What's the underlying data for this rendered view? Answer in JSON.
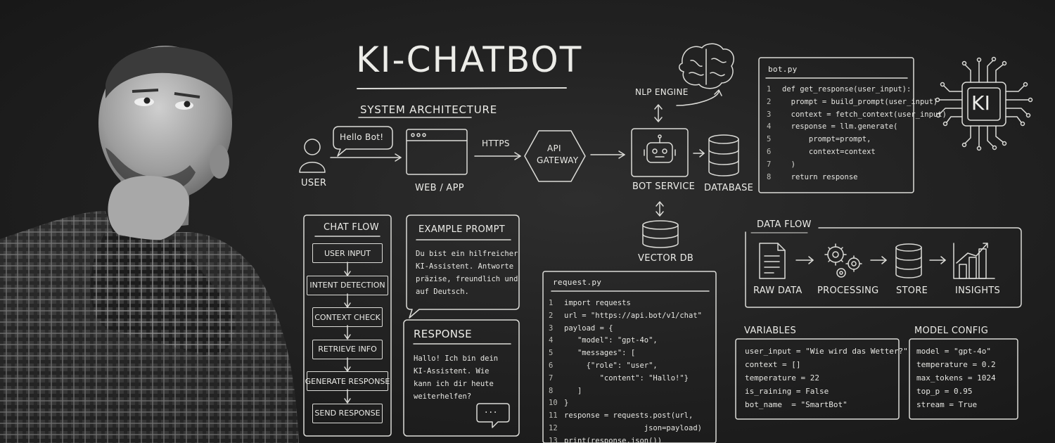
{
  "title": "KI-CHATBOT",
  "subtitle": "SYSTEM ARCHITECTURE",
  "architecture": {
    "user": "USER",
    "speech": "Hello Bot!",
    "web_app": "WEB / APP",
    "https": "HTTPS",
    "api_gateway_l1": "API",
    "api_gateway_l2": "GATEWAY",
    "nlp_engine": "NLP ENGINE",
    "bot_service": "BOT SERVICE",
    "database": "DATABASE",
    "vector_db": "VECTOR DB"
  },
  "bot_py": {
    "filename": "bot.py",
    "lines": [
      {
        "n": "1",
        "code": "def get_response(user_input):"
      },
      {
        "n": "2",
        "code": "  prompt = build_prompt(user_input)"
      },
      {
        "n": "3",
        "code": "  context = fetch_context(user_input)"
      },
      {
        "n": "4",
        "code": "  response = llm.generate("
      },
      {
        "n": "5",
        "code": "      prompt=prompt,"
      },
      {
        "n": "6",
        "code": "      context=context"
      },
      {
        "n": "7",
        "code": "  )"
      },
      {
        "n": "8",
        "code": "  return response"
      }
    ]
  },
  "ki_chip": "KI",
  "chat_flow": {
    "title": "CHAT FLOW",
    "steps": [
      "USER INPUT",
      "INTENT DETECTION",
      "CONTEXT CHECK",
      "RETRIEVE INFO",
      "GENERATE RESPONSE",
      "SEND RESPONSE"
    ]
  },
  "example_prompt": {
    "title": "EXAMPLE PROMPT",
    "lines": [
      "Du bist ein hilfreicher",
      "KI-Assistent. Antworte",
      "präzise, freundlich und",
      "auf Deutsch."
    ]
  },
  "response": {
    "title": "RESPONSE",
    "lines": [
      "Hallo! Ich bin dein",
      "KI-Assistent. Wie",
      "kann ich dir heute",
      "weiterhelfen?"
    ],
    "bubble": "..."
  },
  "request_py": {
    "filename": "request.py",
    "lines": [
      {
        "n": "1",
        "code": "import requests"
      },
      {
        "n": "2",
        "code": "url = \"https://api.bot/v1/chat\""
      },
      {
        "n": "3",
        "code": "payload = {"
      },
      {
        "n": "4",
        "code": "   \"model\": \"gpt-4o\","
      },
      {
        "n": "5",
        "code": "   \"messages\": ["
      },
      {
        "n": "6",
        "code": "     {\"role\": \"user\","
      },
      {
        "n": "7",
        "code": "        \"content\": \"Hallo!\"}"
      },
      {
        "n": "8",
        "code": "   ]"
      },
      {
        "n": "10",
        "code": "}"
      },
      {
        "n": "11",
        "code": "response = requests.post(url,"
      },
      {
        "n": "12",
        "code": "                  json=payload)"
      },
      {
        "n": "13",
        "code": "print(response.json())"
      }
    ]
  },
  "data_flow": {
    "title": "DATA FLOW",
    "stages": [
      "RAW DATA",
      "PROCESSING",
      "STORE",
      "INSIGHTS"
    ]
  },
  "variables": {
    "title": "VARIABLES",
    "lines": [
      "user_input = \"Wie wird das Wetter?\"",
      "context = []",
      "temperature = 22",
      "is_raining = False",
      "bot_name  = \"SmartBot\""
    ]
  },
  "model_config": {
    "title": "MODEL CONFIG",
    "lines": [
      "model = \"gpt-4o\"",
      "temperature = 0.2",
      "max_tokens = 1024",
      "top_p = 0.95",
      "stream = True"
    ]
  }
}
